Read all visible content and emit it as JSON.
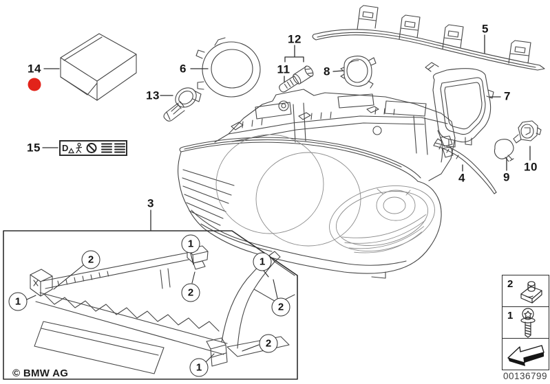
{
  "meta": {
    "copyright": "© BMW AG",
    "doc_number": "00136799"
  },
  "colors": {
    "line": "#454545",
    "light_line": "#8a8a8a",
    "label_line": "#2c2c2c",
    "marker_red": "#e2231a"
  },
  "icons": {
    "marker": "red-dot-icon",
    "warning_label": "headlight-warning-label-icon",
    "legend_row1": "clip-nut-icon",
    "legend_row2": "screw-icon",
    "legend_arrow": "direction-arrow-icon"
  },
  "part_labels": [
    {
      "id": "14",
      "text": "14"
    },
    {
      "id": "15",
      "text": "15"
    },
    {
      "id": "13",
      "text": "13"
    },
    {
      "id": "6",
      "text": "6"
    },
    {
      "id": "12",
      "text": "12"
    },
    {
      "id": "11",
      "text": "11"
    },
    {
      "id": "8",
      "text": "8"
    },
    {
      "id": "5",
      "text": "5"
    },
    {
      "id": "7",
      "text": "7"
    },
    {
      "id": "4",
      "text": "4"
    },
    {
      "id": "9",
      "text": "9"
    },
    {
      "id": "10",
      "text": "10"
    },
    {
      "id": "3",
      "text": "3"
    }
  ],
  "inset_callouts": [
    {
      "text": "2"
    },
    {
      "text": "1"
    },
    {
      "text": "1"
    },
    {
      "text": "2"
    },
    {
      "text": "1"
    },
    {
      "text": "2"
    },
    {
      "text": "2"
    },
    {
      "text": "1"
    }
  ],
  "legend": {
    "rows": [
      {
        "num": "2"
      },
      {
        "num": "1"
      }
    ]
  },
  "warning_label": {
    "letter": "D"
  }
}
